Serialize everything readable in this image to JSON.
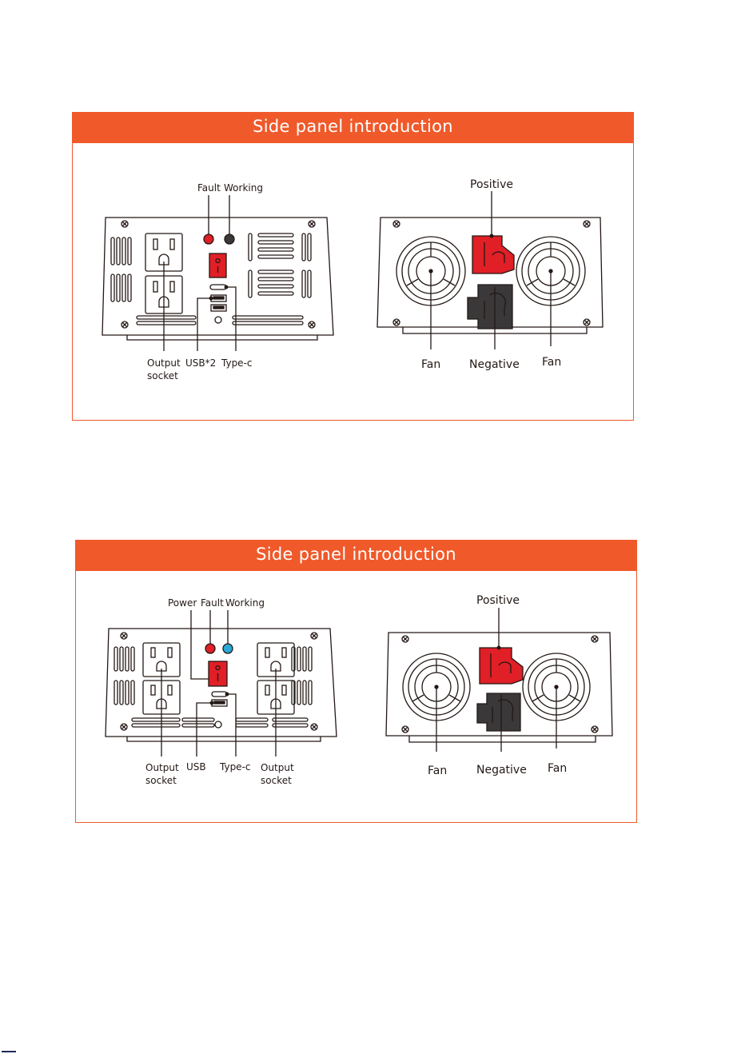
{
  "colors": {
    "accent": "#f0592a",
    "terminal_positive": "#e01f26",
    "terminal_negative": "#3a3838",
    "led_fault": "#e01f26",
    "led_working": "#2aa8d6",
    "power_switch": "#e01f26"
  },
  "panels": [
    {
      "title": "Side panel introduction",
      "left_labels": {
        "fault": "Fault",
        "working": "Working",
        "output_socket_line1": "Output",
        "output_socket_line2": "socket",
        "usb": "USB*2",
        "type_c": "Type-c"
      },
      "right_labels": {
        "positive": "Positive",
        "fan_left": "Fan",
        "negative": "Negative",
        "fan_right": "Fan"
      }
    },
    {
      "title": "Side panel introduction",
      "left_labels": {
        "power": "Power",
        "fault": "Fault",
        "working": "Working",
        "output_socket_left_line1": "Output",
        "output_socket_left_line2": "socket",
        "usb": "USB",
        "type_c": "Type-c",
        "output_socket_right_line1": "Output",
        "output_socket_right_line2": "socket"
      },
      "right_labels": {
        "positive": "Positive",
        "fan_left": "Fan",
        "negative": "Negative",
        "fan_right": "Fan"
      }
    }
  ]
}
